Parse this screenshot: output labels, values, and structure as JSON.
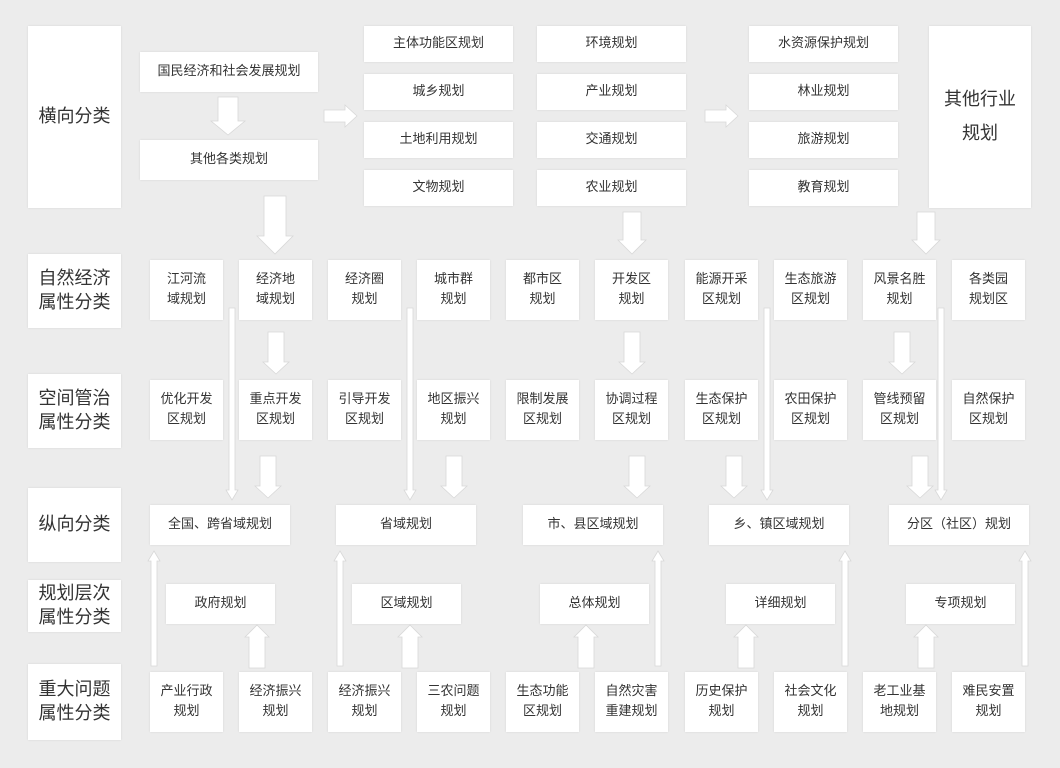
{
  "row_labels": {
    "horizontal": "横向分类",
    "natural_economic": "自然经济\n属性分类",
    "spatial_governance": "空间管治\n属性分类",
    "vertical": "纵向分类",
    "planning_level": "规划层次\n属性分类",
    "major_issue": "重大问题\n属性分类"
  },
  "top": {
    "national_plan": "国民经济和社会发展规划",
    "other_plans": "其他各类规划",
    "group1": [
      "主体功能区规划",
      "城乡规划",
      "土地利用规划",
      "文物规划"
    ],
    "group2": [
      "环境规划",
      "产业规划",
      "交通规划",
      "农业规划"
    ],
    "group3": [
      "水资源保护规划",
      "林业规划",
      "旅游规划",
      "教育规划"
    ],
    "other_industry": "其他行业\n规划"
  },
  "natural_economic": [
    "江河流\n域规划",
    "经济地\n域规划",
    "经济圈\n规划",
    "城市群\n规划",
    "都市区\n规划",
    "开发区\n规划",
    "能源开采\n区规划",
    "生态旅游\n区规划",
    "风景名胜\n规划",
    "各类园\n规划区"
  ],
  "spatial_governance": [
    "优化开发\n区规划",
    "重点开发\n区规划",
    "引导开发\n区规划",
    "地区振兴\n规划",
    "限制发展\n区规划",
    "协调过程\n区规划",
    "生态保护\n区规划",
    "农田保护\n区规划",
    "管线预留\n区规划",
    "自然保护\n区规划"
  ],
  "vertical": [
    "全国、跨省域规划",
    "省域规划",
    "市、县区域规划",
    "乡、镇区域规划",
    "分区（社区）规划"
  ],
  "planning_level": [
    "政府规划",
    "区域规划",
    "总体规划",
    "详细规划",
    "专项规划"
  ],
  "major_issue": [
    "产业行政\n规划",
    "经济振兴\n规划",
    "经济振兴\n规划",
    "三农问题\n规划",
    "生态功能\n区规划",
    "自然灾害\n重建规划",
    "历史保护\n规划",
    "社会文化\n规划",
    "老工业基\n地规划",
    "难民安置\n规划"
  ]
}
